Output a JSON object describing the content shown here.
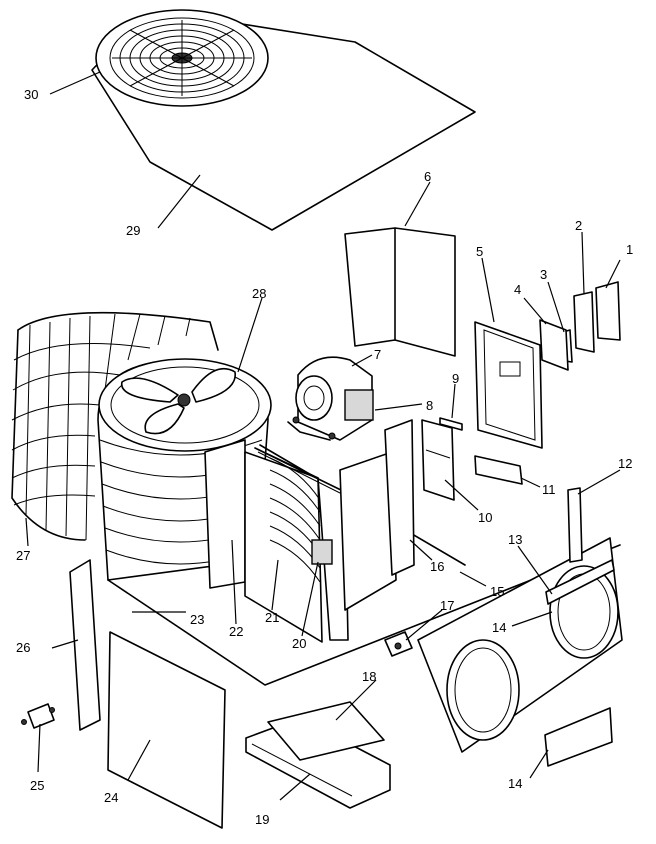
{
  "callouts": [
    {
      "id": "1",
      "text": "1"
    },
    {
      "id": "2",
      "text": "2"
    },
    {
      "id": "3",
      "text": "3"
    },
    {
      "id": "4",
      "text": "4"
    },
    {
      "id": "5",
      "text": "5"
    },
    {
      "id": "6",
      "text": "6"
    },
    {
      "id": "7",
      "text": "7"
    },
    {
      "id": "8",
      "text": "8"
    },
    {
      "id": "9",
      "text": "9"
    },
    {
      "id": "10",
      "text": "10"
    },
    {
      "id": "11",
      "text": "11"
    },
    {
      "id": "12",
      "text": "12"
    },
    {
      "id": "13",
      "text": "13"
    },
    {
      "id": "14a",
      "text": "14"
    },
    {
      "id": "14b",
      "text": "14"
    },
    {
      "id": "15",
      "text": "15"
    },
    {
      "id": "16",
      "text": "16"
    },
    {
      "id": "17",
      "text": "17"
    },
    {
      "id": "18",
      "text": "18"
    },
    {
      "id": "19",
      "text": "19"
    },
    {
      "id": "20",
      "text": "20"
    },
    {
      "id": "21",
      "text": "21"
    },
    {
      "id": "22",
      "text": "22"
    },
    {
      "id": "23",
      "text": "23"
    },
    {
      "id": "24",
      "text": "24"
    },
    {
      "id": "25",
      "text": "25"
    },
    {
      "id": "26",
      "text": "26"
    },
    {
      "id": "27",
      "text": "27"
    },
    {
      "id": "28",
      "text": "28"
    },
    {
      "id": "29",
      "text": "29"
    },
    {
      "id": "30",
      "text": "30"
    }
  ]
}
